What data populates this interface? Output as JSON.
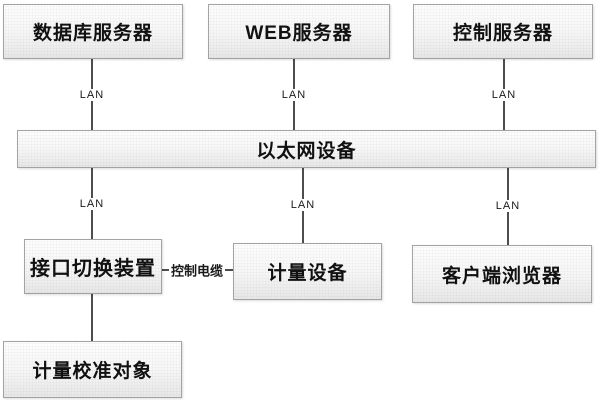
{
  "nodes": {
    "db_server": {
      "label": "数据库服务器"
    },
    "web_server": {
      "label": "WEB服务器"
    },
    "control_server": {
      "label": "控制服务器"
    },
    "ethernet": {
      "label": "以太网设备"
    },
    "interface_switch": {
      "label": "接口切换装置"
    },
    "metering_device": {
      "label": "计量设备"
    },
    "client_browser": {
      "label": "客户端浏览器"
    },
    "calibration_object": {
      "label": "计量校准对象"
    }
  },
  "edges": [
    {
      "from": "db_server",
      "to": "ethernet",
      "label": "LAN"
    },
    {
      "from": "web_server",
      "to": "ethernet",
      "label": "LAN"
    },
    {
      "from": "control_server",
      "to": "ethernet",
      "label": "LAN"
    },
    {
      "from": "ethernet",
      "to": "interface_switch",
      "label": "LAN"
    },
    {
      "from": "ethernet",
      "to": "metering_device",
      "label": "LAN"
    },
    {
      "from": "ethernet",
      "to": "client_browser",
      "label": "LAN"
    },
    {
      "from": "interface_switch",
      "to": "metering_device",
      "label": "控制电缆"
    },
    {
      "from": "interface_switch",
      "to": "calibration_object",
      "label": ""
    }
  ],
  "colors": {
    "background": "#ffffff",
    "line": "#4d4d4d",
    "box_border": "#a3a3a3",
    "box_fill_top": "#fefefe",
    "box_fill_bottom": "#e7e7e7",
    "text": "#111111"
  }
}
